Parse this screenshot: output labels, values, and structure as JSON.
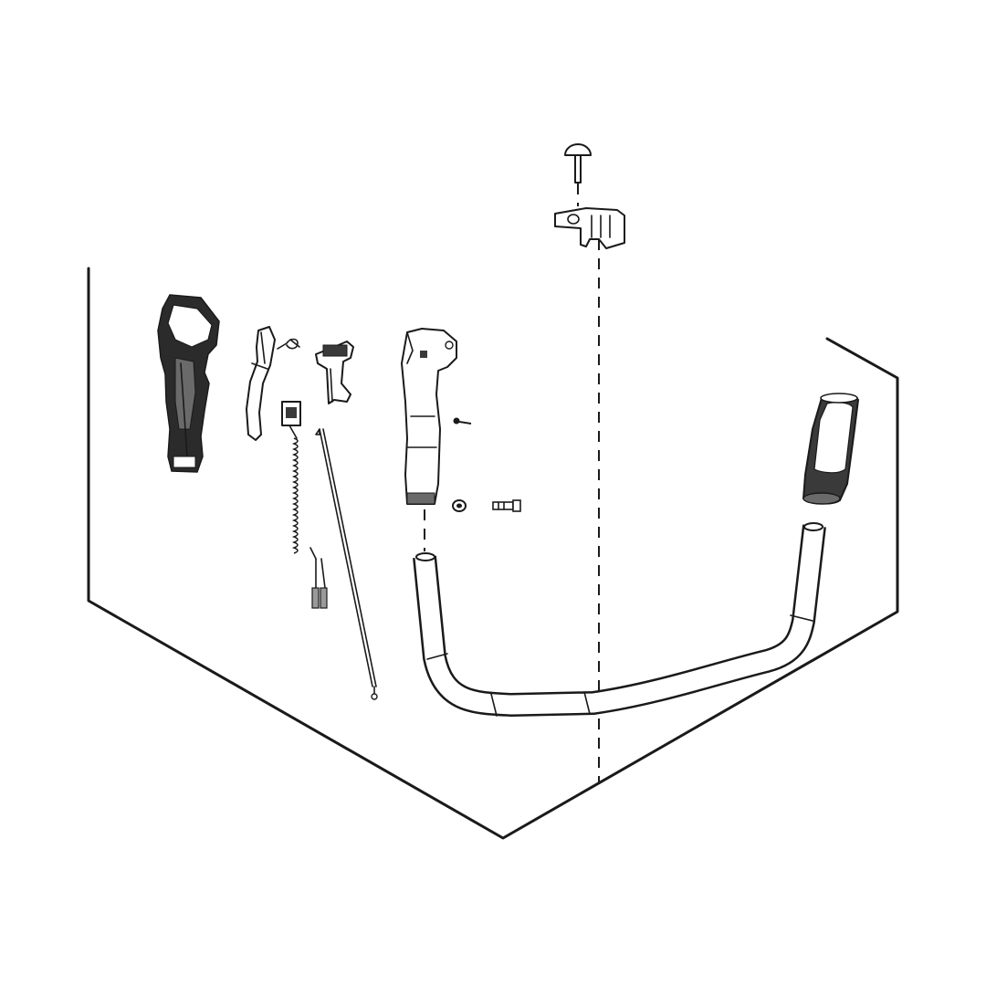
{
  "diagram": {
    "type": "exploded-parts-view",
    "colors": {
      "line": "#1a1a1a",
      "background": "#ffffff",
      "shade": "#2b2b2b"
    },
    "parts": [
      {
        "name": "handle-housing-left"
      },
      {
        "name": "throttle-lockout-lever"
      },
      {
        "name": "torsion-spring"
      },
      {
        "name": "throttle-trigger"
      },
      {
        "name": "stop-switch-with-wires"
      },
      {
        "name": "throttle-cable"
      },
      {
        "name": "handle-housing-right"
      },
      {
        "name": "small-screw"
      },
      {
        "name": "nut"
      },
      {
        "name": "bolt"
      },
      {
        "name": "knob-screw"
      },
      {
        "name": "handle-clamp"
      },
      {
        "name": "loop-handle-bar"
      },
      {
        "name": "foam-grip"
      }
    ]
  }
}
